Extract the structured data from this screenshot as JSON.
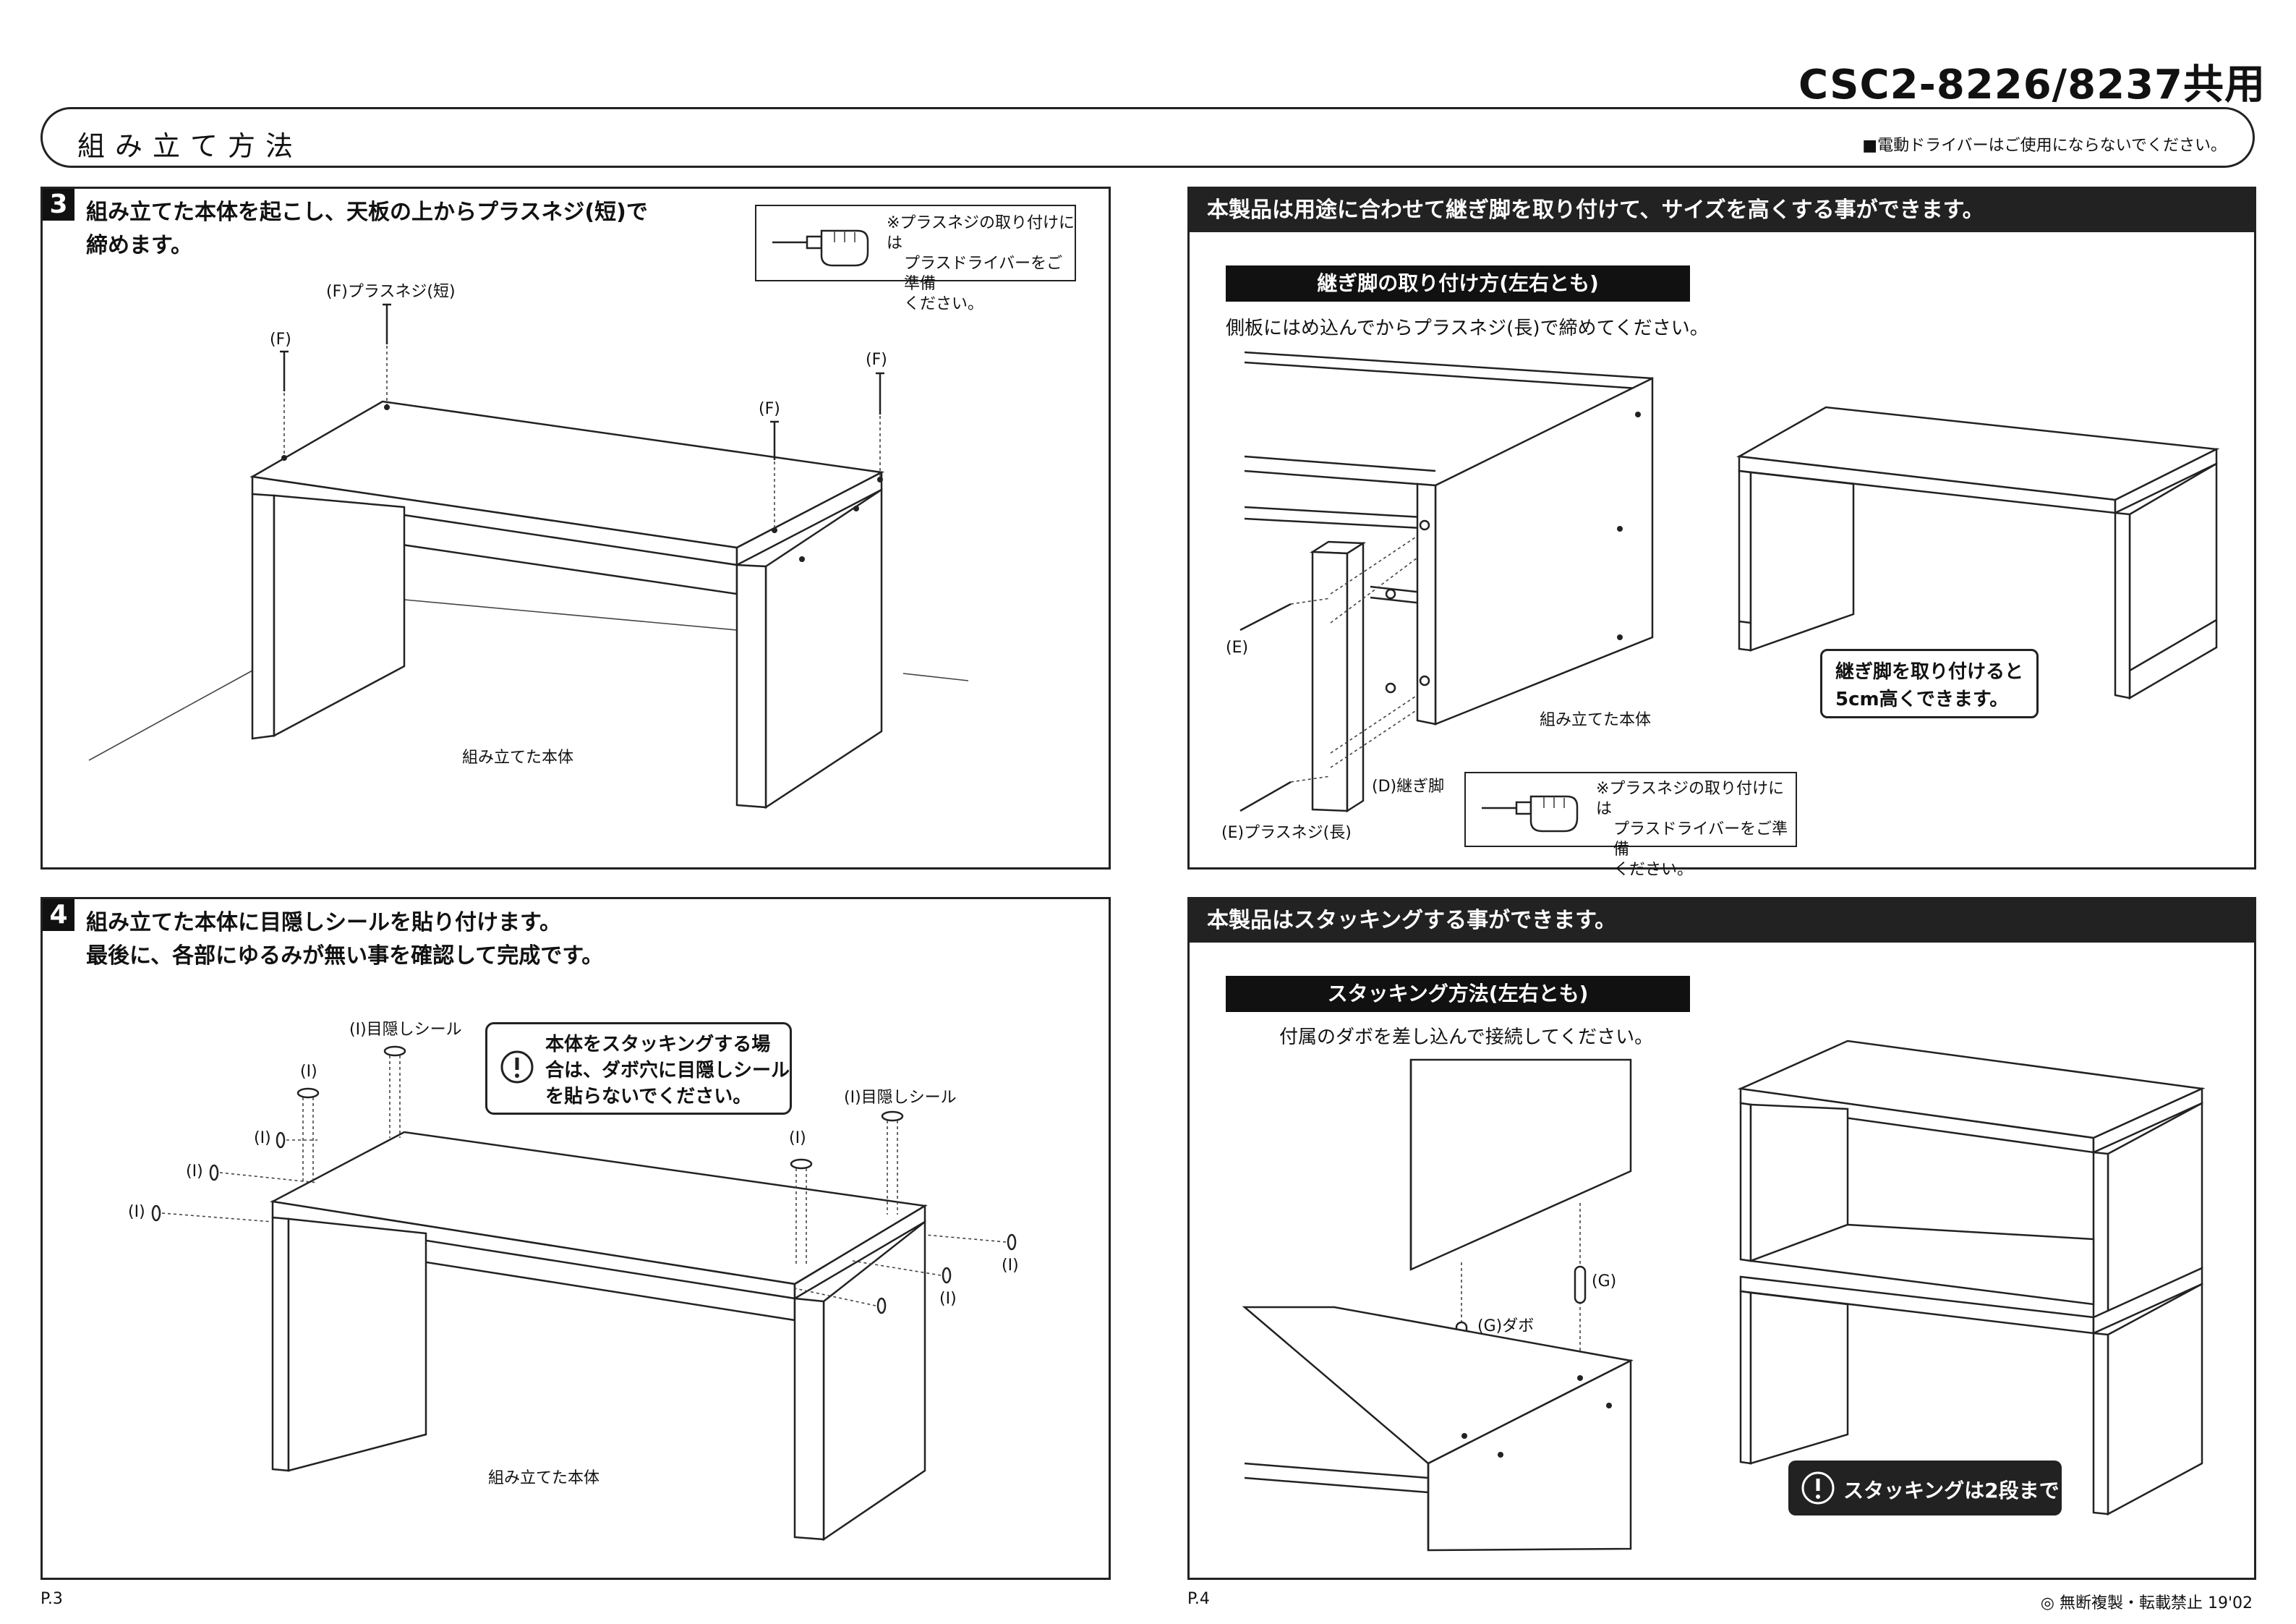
{
  "header": {
    "model": "CSC2-8226/8237共用",
    "title": "組み立て方法",
    "electric_note": "■電動ドライバーはご使用にならないでください。"
  },
  "step3": {
    "number": "3",
    "line1": "組み立てた本体を起こし、天板の上からプラスネジ(短)で",
    "line2": "締めます。",
    "screw_label": "(F)プラスネジ(短)",
    "f_label": "(F)",
    "note": [
      "※プラスネジの取り付けには",
      "プラスドライバーをご準備",
      "ください。"
    ],
    "caption": "組み立てた本体"
  },
  "step4": {
    "number": "4",
    "line1": "組み立てた本体に目隠しシールを貼り付けます。",
    "line2": "最後に、各部にゆるみが無い事を確認して完成です。",
    "seal_label": "(I)目隠しシール",
    "i_label": "(I)",
    "warning": [
      "本体をスタッキングする場",
      "合は、ダボ穴に目隠しシール",
      "を貼らないでください。"
    ],
    "caption": "組み立てた本体"
  },
  "legs": {
    "banner": "本製品は用途に合わせて継ぎ脚を取り付けて、サイズを高くする事ができます。",
    "subhead": "継ぎ脚の取り付け方(左右とも)",
    "instruction": "側板にはめ込んでからプラスネジ(長)で締めてください。",
    "e_label": "(E)",
    "screw_label": "(E)プラスネジ(長)",
    "leg_label": "(D)継ぎ脚",
    "caption": "組み立てた本体",
    "note": [
      "※プラスネジの取り付けには",
      "プラスドライバーをご準備",
      "ください。"
    ],
    "callout": [
      "継ぎ脚を取り付けると",
      "5cm高くできます。"
    ]
  },
  "stacking": {
    "banner": "本製品はスタッキングする事ができます。",
    "subhead": "スタッキング方法(左右とも)",
    "instruction": "付属のダボを差し込んで接続してください。",
    "dowel_label": "(G)ダボ",
    "g_label": "(G)",
    "warning": "スタッキングは2段まで"
  },
  "footer": {
    "page_left": "P.3",
    "page_right": "P.4",
    "copyright": "◎ 無断複製・転載禁止  19'02"
  }
}
